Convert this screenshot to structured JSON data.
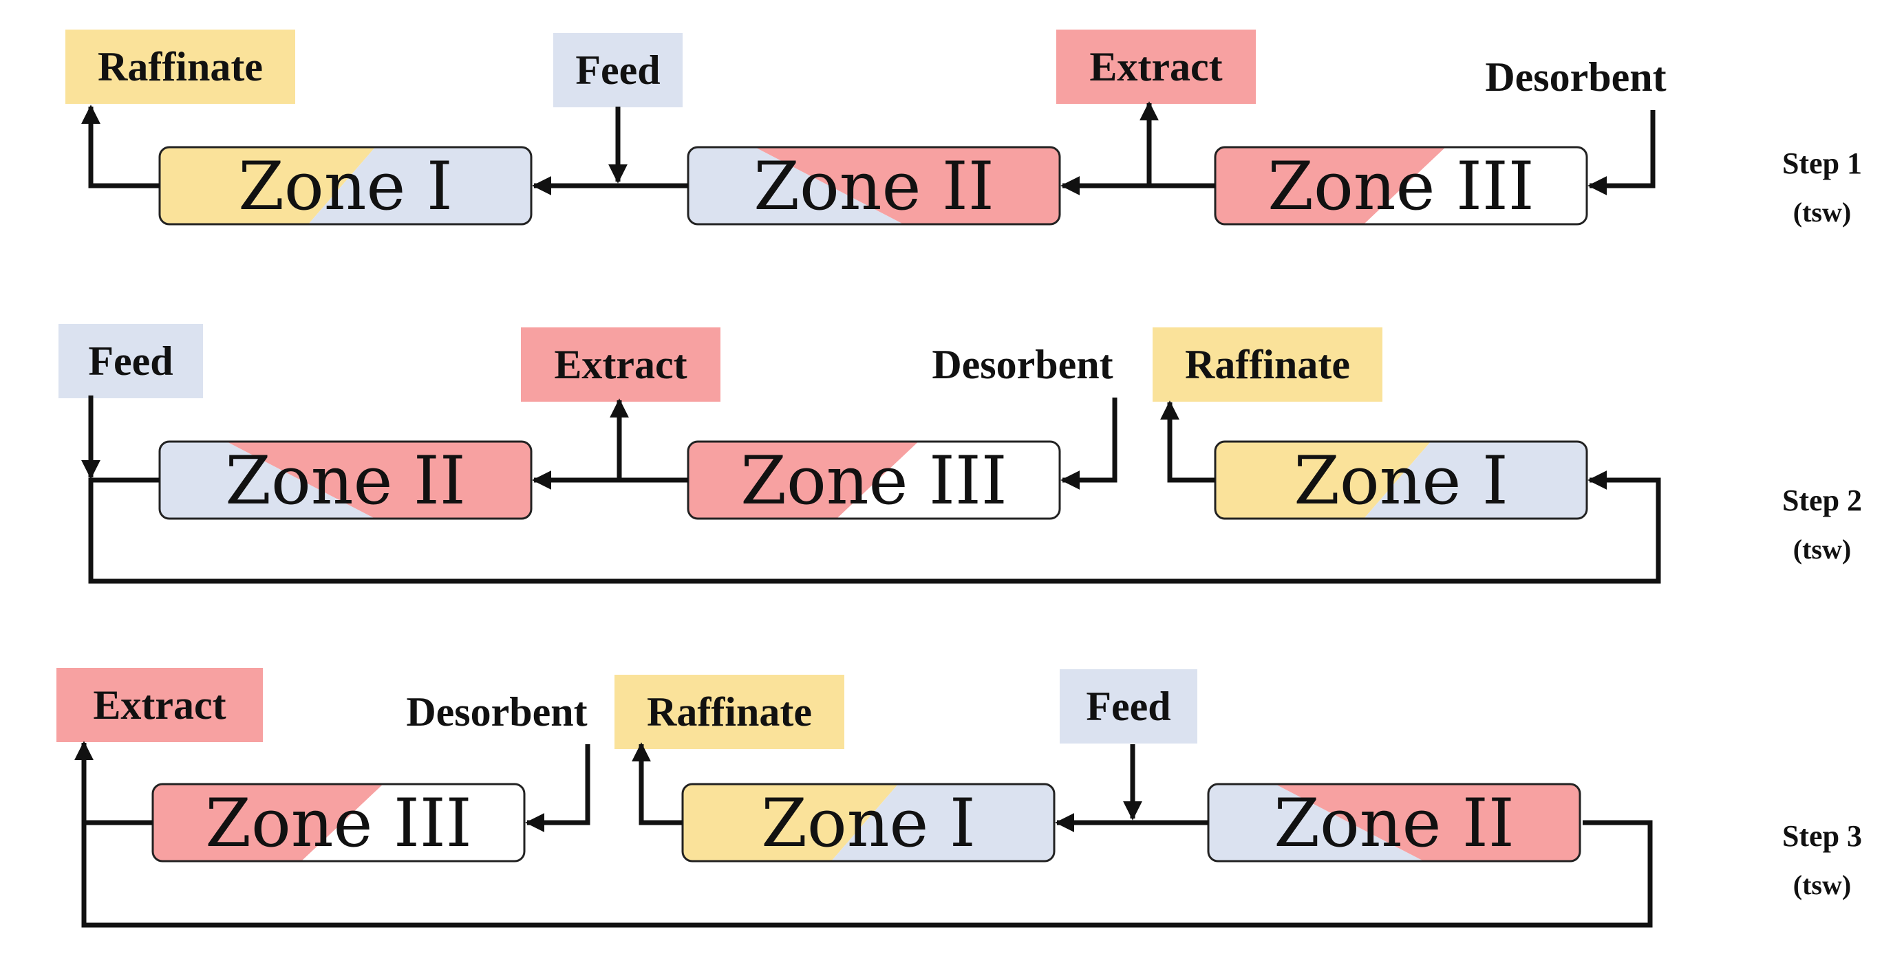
{
  "colors": {
    "raffinate": "#fae29a",
    "feed": "#dbe2f0",
    "extract": "#f7a1a1",
    "desorbent": "#ffffff",
    "line": "#111111"
  },
  "steps": [
    {
      "label": "Step 1",
      "time": "(tsw)",
      "zones": [
        {
          "label": "Zone I",
          "scheme": "I"
        },
        {
          "label": "Zone II",
          "scheme": "II"
        },
        {
          "label": "Zone III",
          "scheme": "III"
        }
      ],
      "ports": [
        {
          "text": "Raffinate",
          "bg": "raffinate"
        },
        {
          "text": "Feed",
          "bg": "feed"
        },
        {
          "text": "Extract",
          "bg": "extract"
        },
        {
          "text": "Desorbent",
          "bg": "none"
        }
      ]
    },
    {
      "label": "Step 2",
      "time": "(tsw)",
      "zones": [
        {
          "label": "Zone II",
          "scheme": "II"
        },
        {
          "label": "Zone III",
          "scheme": "III"
        },
        {
          "label": "Zone I",
          "scheme": "I"
        }
      ],
      "ports": [
        {
          "text": "Feed",
          "bg": "feed"
        },
        {
          "text": "Extract",
          "bg": "extract"
        },
        {
          "text": "Desorbent",
          "bg": "none"
        },
        {
          "text": "Raffinate",
          "bg": "raffinate"
        }
      ]
    },
    {
      "label": "Step 3",
      "time": "(tsw)",
      "zones": [
        {
          "label": "Zone III",
          "scheme": "III"
        },
        {
          "label": "Zone I",
          "scheme": "I"
        },
        {
          "label": "Zone II",
          "scheme": "II"
        }
      ],
      "ports": [
        {
          "text": "Extract",
          "bg": "extract"
        },
        {
          "text": "Desorbent",
          "bg": "none"
        },
        {
          "text": "Raffinate",
          "bg": "raffinate"
        },
        {
          "text": "Feed",
          "bg": "feed"
        }
      ]
    }
  ]
}
